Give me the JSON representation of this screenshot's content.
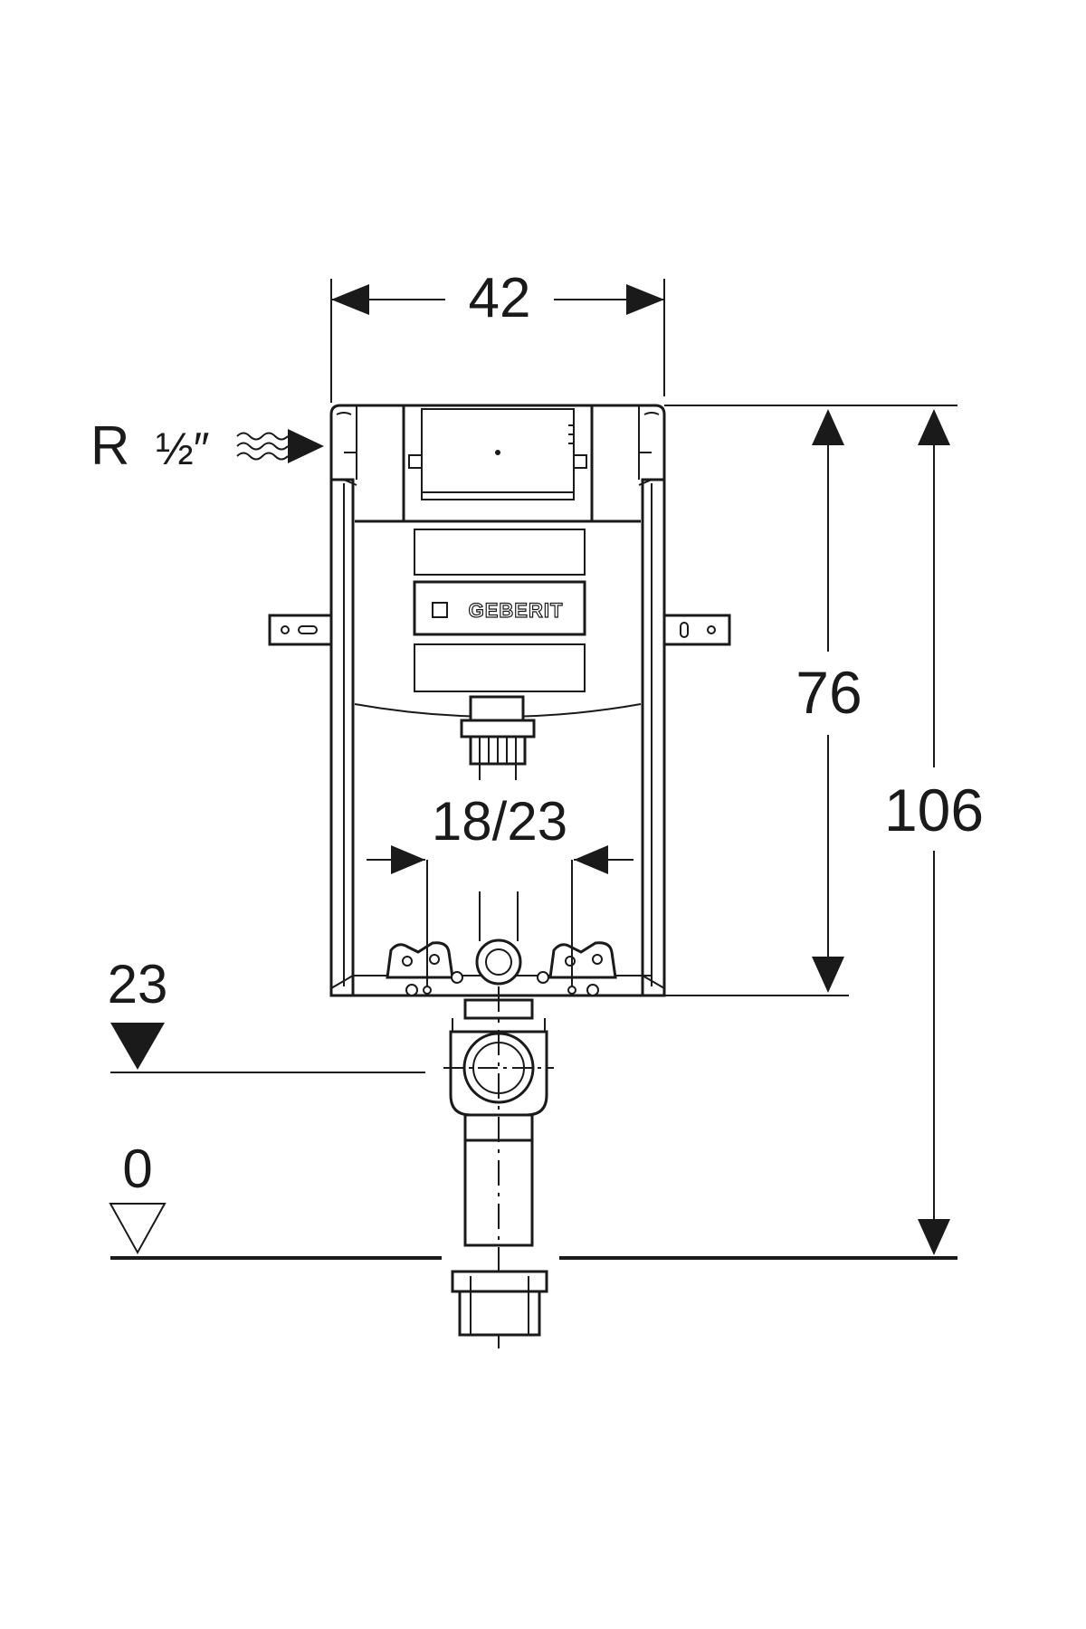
{
  "dimensions": {
    "width": "42",
    "height_frame": "76",
    "height_total": "106",
    "outlet_spacing": "18/23",
    "outlet_level": "23",
    "floor_level": "0"
  },
  "connection": {
    "thread": "R",
    "size": "½″"
  },
  "brand": "GEBERIT",
  "colors": {
    "line": "#1a1a1a",
    "background": "#ffffff"
  }
}
